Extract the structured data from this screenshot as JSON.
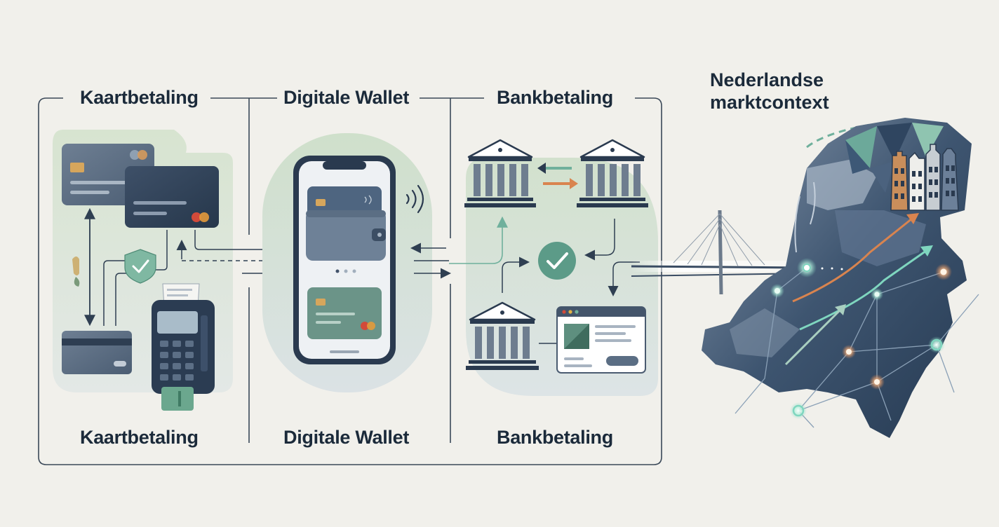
{
  "sections": [
    {
      "id": "card",
      "top_label": "Kaartbetaling",
      "bottom_label": "Kaartbetaling"
    },
    {
      "id": "wallet",
      "top_label": "Digitale Wallet",
      "bottom_label": "Digitale Wallet"
    },
    {
      "id": "bank",
      "top_label": "Bankbetaling",
      "bottom_label": "Bankbetaling"
    }
  ],
  "context": {
    "line1": "Nederlandse",
    "line2": "marktcontext"
  },
  "colors": {
    "ink": "#1b2a3a",
    "navy": "#2f4560",
    "slate": "#5e6f82",
    "sage": "#c9dcc6",
    "mint": "#7fd6bf",
    "orange": "#d9844f",
    "red": "#d24a3a",
    "gold": "#c9a45a"
  },
  "icons": [
    "credit-card-icon",
    "shield-check-icon",
    "payment-terminal-icon",
    "smartphone-icon",
    "nfc-wave-icon",
    "bank-building-icon",
    "check-circle-icon",
    "browser-window-icon",
    "bridge-icon",
    "canal-house-icon",
    "netherlands-map-icon"
  ]
}
